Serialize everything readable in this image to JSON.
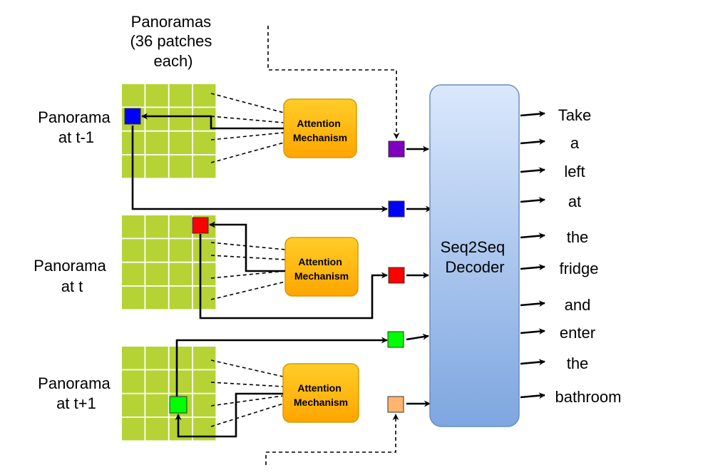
{
  "title_lines": [
    "Panoramas",
    "(36 patches",
    "each)"
  ],
  "panorama_labels": [
    [
      "Panorama",
      "at t-1"
    ],
    [
      "Panorama",
      "at t"
    ],
    [
      "Panorama",
      "at t+1"
    ]
  ],
  "attention_label": [
    "Attention",
    "Mechanism"
  ],
  "decoder_label": [
    "Seq2Seq",
    "Decoder"
  ],
  "output_words": [
    "Take",
    "a",
    "left",
    "at",
    "the",
    "fridge",
    "and",
    "enter",
    "the",
    "bathroom"
  ],
  "colors": {
    "grid": "#b5d334",
    "attention_fill": "#ffb400",
    "attention_stroke": "#d79b00",
    "decoder_top": "#dae8fc",
    "decoder_bottom": "#7ea6e0",
    "decoder_stroke": "#6c8ebf",
    "patch_t_minus_1": "#0000ff",
    "patch_t": "#ff0000",
    "patch_t_plus_1": "#00ff00",
    "input_purple": "#7f00bf",
    "input_peach": "#ffb570"
  }
}
